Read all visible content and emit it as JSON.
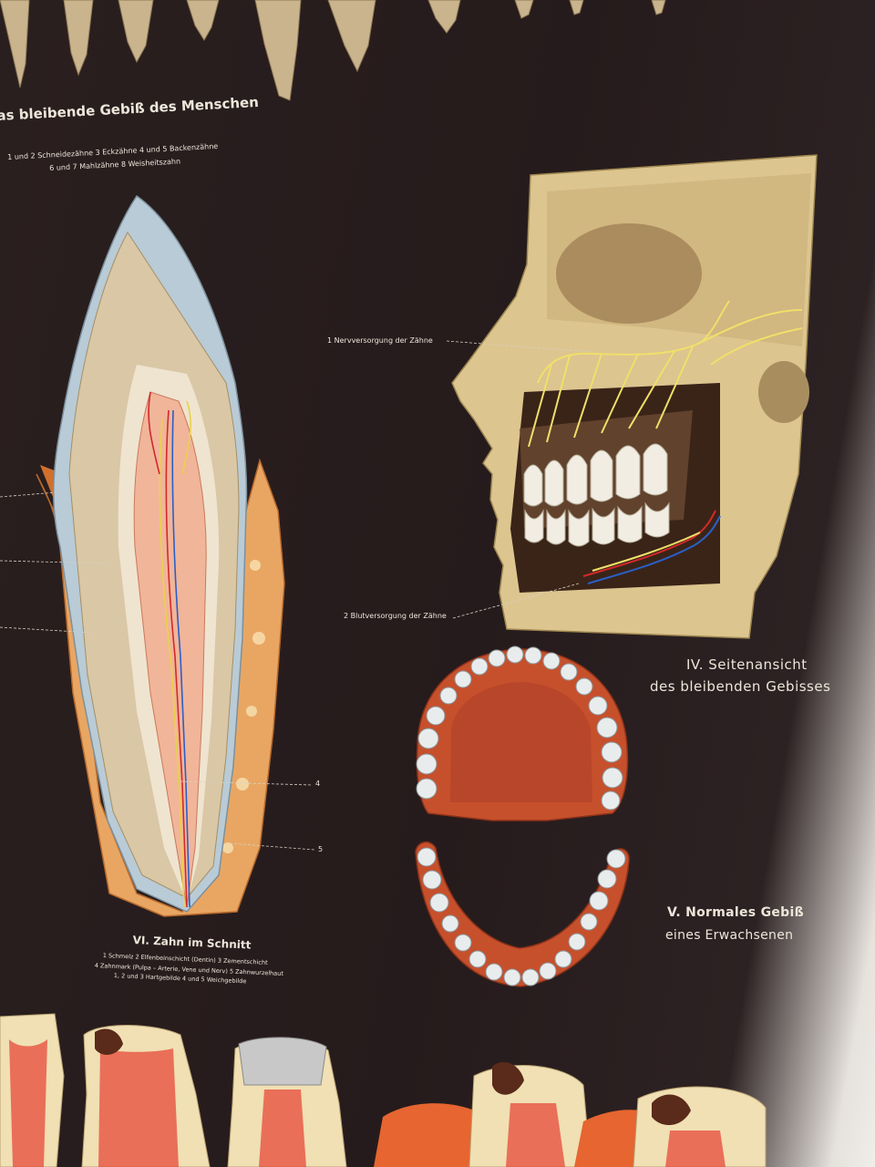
{
  "poster": {
    "top_section": {
      "title": "as bleibende Gebiß des Menschen",
      "subtitle_line1": "1 und 2 Schneidezähne   3 Eckzähne   4 und 5 Backenzähne",
      "subtitle_line2": "6 und 7 Mahlzähne   8 Weisheitszahn"
    },
    "side_view": {
      "label_nerve": "1 Nervversorgung der Zähne",
      "label_blood": "2 Blutversorgung der Zähne",
      "title_line1": "IV. Seitenansicht",
      "title_line2": "des bleibenden Gebisses"
    },
    "normal_dentition": {
      "title_line1": "V. Normales Gebiß",
      "title_line2": "eines Erwachsenen"
    },
    "tooth_section": {
      "title": "VI. Zahn im Schnitt",
      "caption_line1": "1 Schmelz   2 Elfenbeinschicht (Dentin)   3 Zementschicht",
      "caption_line2": "4 Zahnmark (Pulpa – Arterie, Vene und Nerv)   5 Zahnwurzelhaut",
      "caption_line3": "1, 2 und 3 Hartgebilde   4 und 5 Weichgebilde",
      "marker_4": "4",
      "marker_5": "5"
    },
    "colors": {
      "background": "#261b1c",
      "label_text": "#ece6da",
      "enamel": "#b9cbd6",
      "dentin": "#d9c7a6",
      "gum": "#c8542f",
      "bone": "#e8a466",
      "nerve": "#e8d24a",
      "artery": "#d22a2a",
      "vein": "#2a5fc8"
    }
  }
}
